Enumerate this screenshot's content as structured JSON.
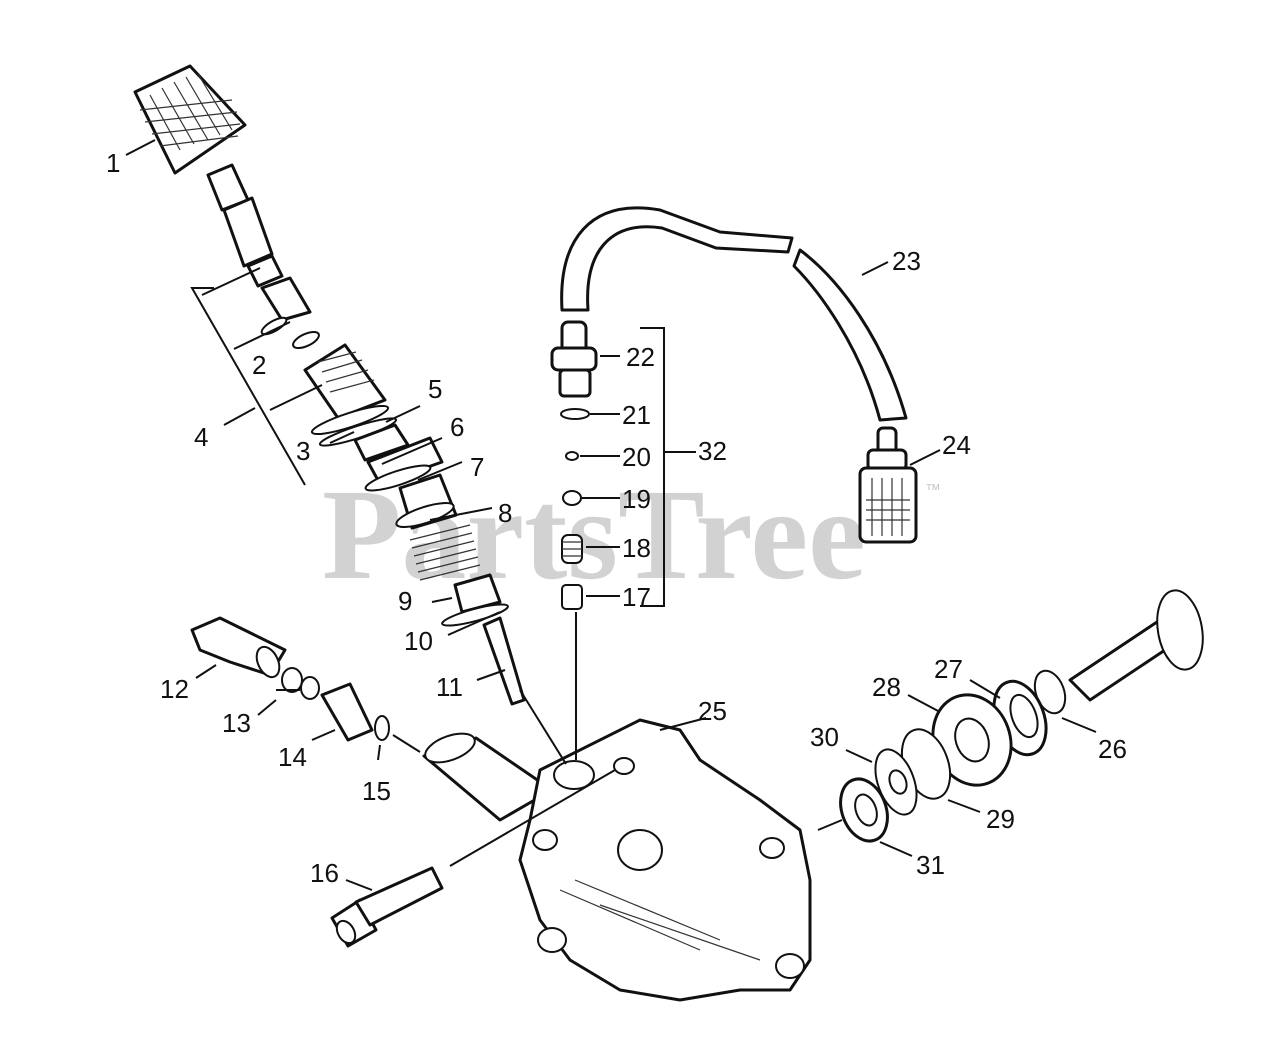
{
  "watermark": {
    "brand": "PartsTree",
    "trademark": "™"
  },
  "callouts": [
    "1",
    "2",
    "3",
    "4",
    "5",
    "6",
    "7",
    "8",
    "9",
    "10",
    "11",
    "12",
    "13",
    "14",
    "15",
    "16",
    "17",
    "18",
    "19",
    "20",
    "21",
    "22",
    "23",
    "24",
    "25",
    "26",
    "27",
    "28",
    "29",
    "30",
    "31",
    "32"
  ]
}
